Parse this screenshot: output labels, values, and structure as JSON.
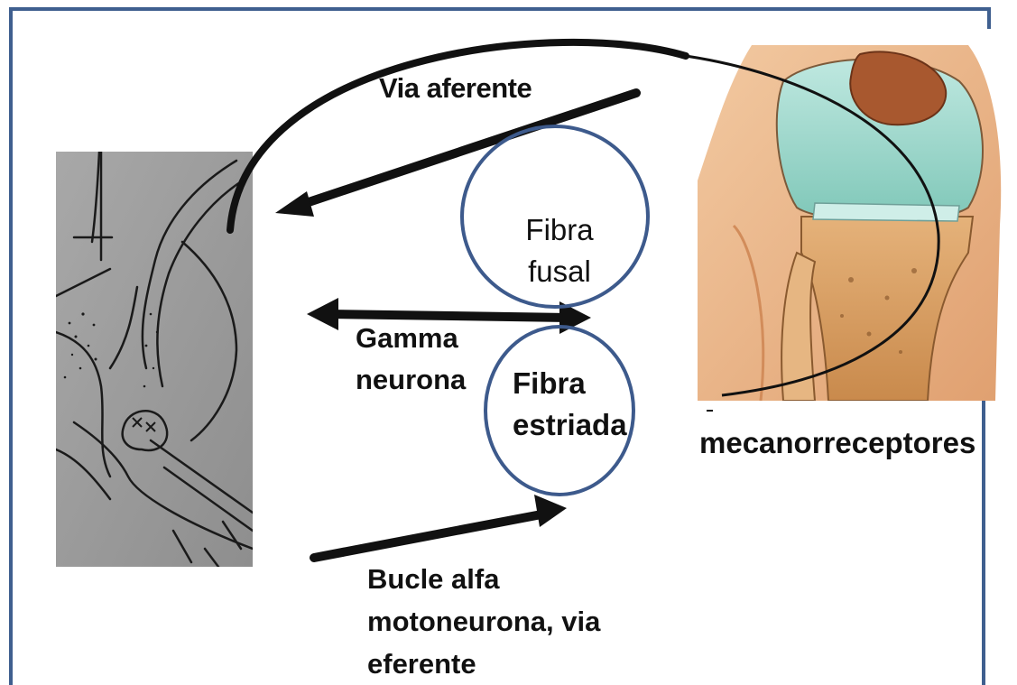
{
  "labels": {
    "via_aferente": "Via aferente",
    "fibra_fusal_1": "Fibra",
    "fibra_fusal_2": "fusal",
    "gamma_1": "Gamma",
    "gamma_2": "neurona",
    "fibra_estriada_1": "Fibra",
    "fibra_estriada_2": "estriada",
    "mecanorreceptores": "mecanorreceptores",
    "bucle_1": "Bucle alfa",
    "bucle_2": "motoneurona, via",
    "bucle_3": "eferente"
  },
  "icons": {
    "left_image": "spinal-cord-illustration",
    "right_image": "knee-joint-illustration"
  },
  "colors": {
    "frame": "#3f5f8f",
    "circle": "#3d5a8c",
    "arrow": "#111111"
  }
}
